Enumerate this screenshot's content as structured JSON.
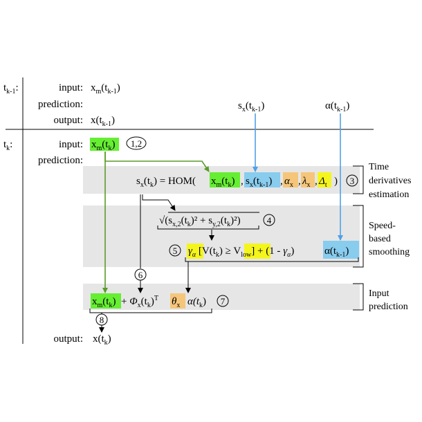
{
  "colors": {
    "green_highlight": "#66ee33",
    "blue_highlight": "#88ccee",
    "orange_highlight": "#f5c67a",
    "yellow_highlight": "#f5f51e",
    "green_arrow": "#5a9a28",
    "blue_arrow": "#4fa0e6",
    "gray_band": "#e6e6e6"
  },
  "prev_step": {
    "time": "t",
    "time_sub": "k-1",
    "time_colon": ":",
    "input_label": "input:",
    "prediction_label": "prediction:",
    "output_label": "output:",
    "input_value": "x",
    "input_value_sub": "m",
    "input_value_arg": "(t",
    "input_value_arg_sub": "k-1",
    "input_value_close": ")",
    "output_value": "x(t",
    "output_value_sub": "k-1",
    "output_value_close": ")",
    "s_signal": "s",
    "s_signal_sub": "x",
    "s_signal_arg": "(t",
    "s_signal_arg_sub": "k-1",
    "s_signal_close": ")",
    "alpha_signal": "α(t",
    "alpha_signal_sub": "k-1",
    "alpha_signal_close": ")"
  },
  "curr_step": {
    "time": "t",
    "time_sub": "k",
    "time_colon": ":",
    "input_label": "input:",
    "prediction_label": "prediction:",
    "output_label": "output:",
    "input_value": "x",
    "input_value_sub": "m",
    "input_value_arg": "(t",
    "input_value_arg_sub": "k",
    "input_value_close": ")",
    "input_steps": "1,2",
    "output_value": "x(t",
    "output_value_sub": "k",
    "output_value_close": ")"
  },
  "eq_hom": {
    "lhs": "s",
    "lhs_sub": "x",
    "lhs_arg": "(t",
    "lhs_arg_sub": "k",
    "lhs_close": ") = HOM(",
    "arg1": "x",
    "arg1_sub": "m",
    "arg1_t": "(t",
    "arg1_t_sub": "k",
    "arg1_close": ")",
    "arg2": "s",
    "arg2_sub": "x",
    "arg2_t": "(t",
    "arg2_t_sub": "k-1",
    "arg2_close": ")",
    "arg3": "α",
    "arg3_sub": "x",
    "arg4": "λ",
    "arg4_sub": "x",
    "arg5": "Δ",
    "arg5_sub": "t",
    "close": ")",
    "comma": ",",
    "step": "3",
    "note_lines": [
      "Time",
      "derivatives",
      "estimation"
    ]
  },
  "eq_speed": {
    "sqrt": "√(",
    "s1": "s",
    "s1_sub": "x,2",
    "s1_arg": "(t",
    "s1_arg_sub": "k",
    "s1_close": ")² + ",
    "s2": "s",
    "s2_sub": "y,2",
    "s2_arg": "(t",
    "s2_arg_sub": "k",
    "s2_close": ")²",
    "close": ")",
    "step": "4"
  },
  "eq_smooth": {
    "step": "5",
    "gamma": "γ",
    "gamma_sub": "α",
    "mid1": " [V(t",
    "mid1_sub": "k",
    "mid2": ") ≥ ",
    "vlow": "V",
    "vlow_sub": "low",
    "mid3": "] + (1 - ",
    "gamma2": "γ",
    "gamma2_sub": "α",
    "mid4": ") ",
    "alpha": "α(t",
    "alpha_sub": "k-1",
    "alpha_close": ")",
    "note_lines": [
      "Speed-",
      "based",
      "smoothing"
    ]
  },
  "eq_pred": {
    "x": "x",
    "x_sub": "m",
    "x_arg": "(t",
    "x_arg_sub": "k",
    "x_close": ")",
    "plus": " + ",
    "phi": "Φ",
    "phi_sub": "x",
    "phi_arg": "(t",
    "phi_arg_sub": "k",
    "phi_close": ")",
    "phi_T": "T",
    "theta": "θ",
    "theta_sub": "x",
    "alpha": "α(t",
    "alpha_sub": "k",
    "alpha_close": ")",
    "step": "7",
    "note_lines": [
      "Input",
      "prediction"
    ]
  },
  "steps": {
    "six": "6",
    "eight": "8"
  }
}
